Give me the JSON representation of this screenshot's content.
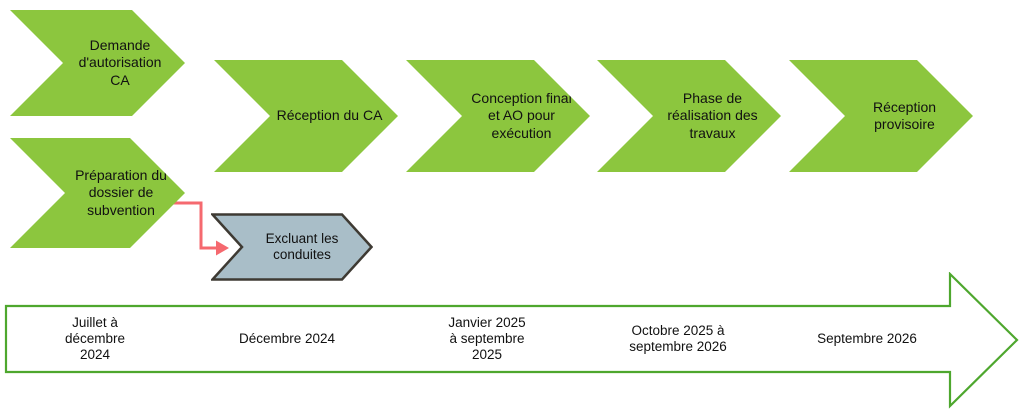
{
  "colors": {
    "step_fill": "#8CC63E",
    "timeline_outline": "#4EA72E",
    "exclusion_fill": "#A9BEC8",
    "exclusion_outline": "#3E3A33",
    "connector": "#F5696F",
    "text": "#111111"
  },
  "steps": [
    {
      "label": "Demande\nd'autorisation\nCA"
    },
    {
      "label": "Préparation du\ndossier de\nsubvention"
    },
    {
      "label": "Réception du CA"
    },
    {
      "label": "Conception final\net AO pour\nexécution"
    },
    {
      "label": "Phase de\nréalisation des\ntravaux"
    },
    {
      "label": "Réception\nprovisoire"
    }
  ],
  "exclusion": {
    "label": "Excluant les\nconduites"
  },
  "timeline_periods": [
    {
      "label": "Juillet à\ndécembre\n2024"
    },
    {
      "label": "Décembre 2024"
    },
    {
      "label": "Janvier 2025\nà septembre\n2025"
    },
    {
      "label": "Octobre 2025 à\nseptembre 2026"
    },
    {
      "label": "Septembre 2026"
    }
  ]
}
